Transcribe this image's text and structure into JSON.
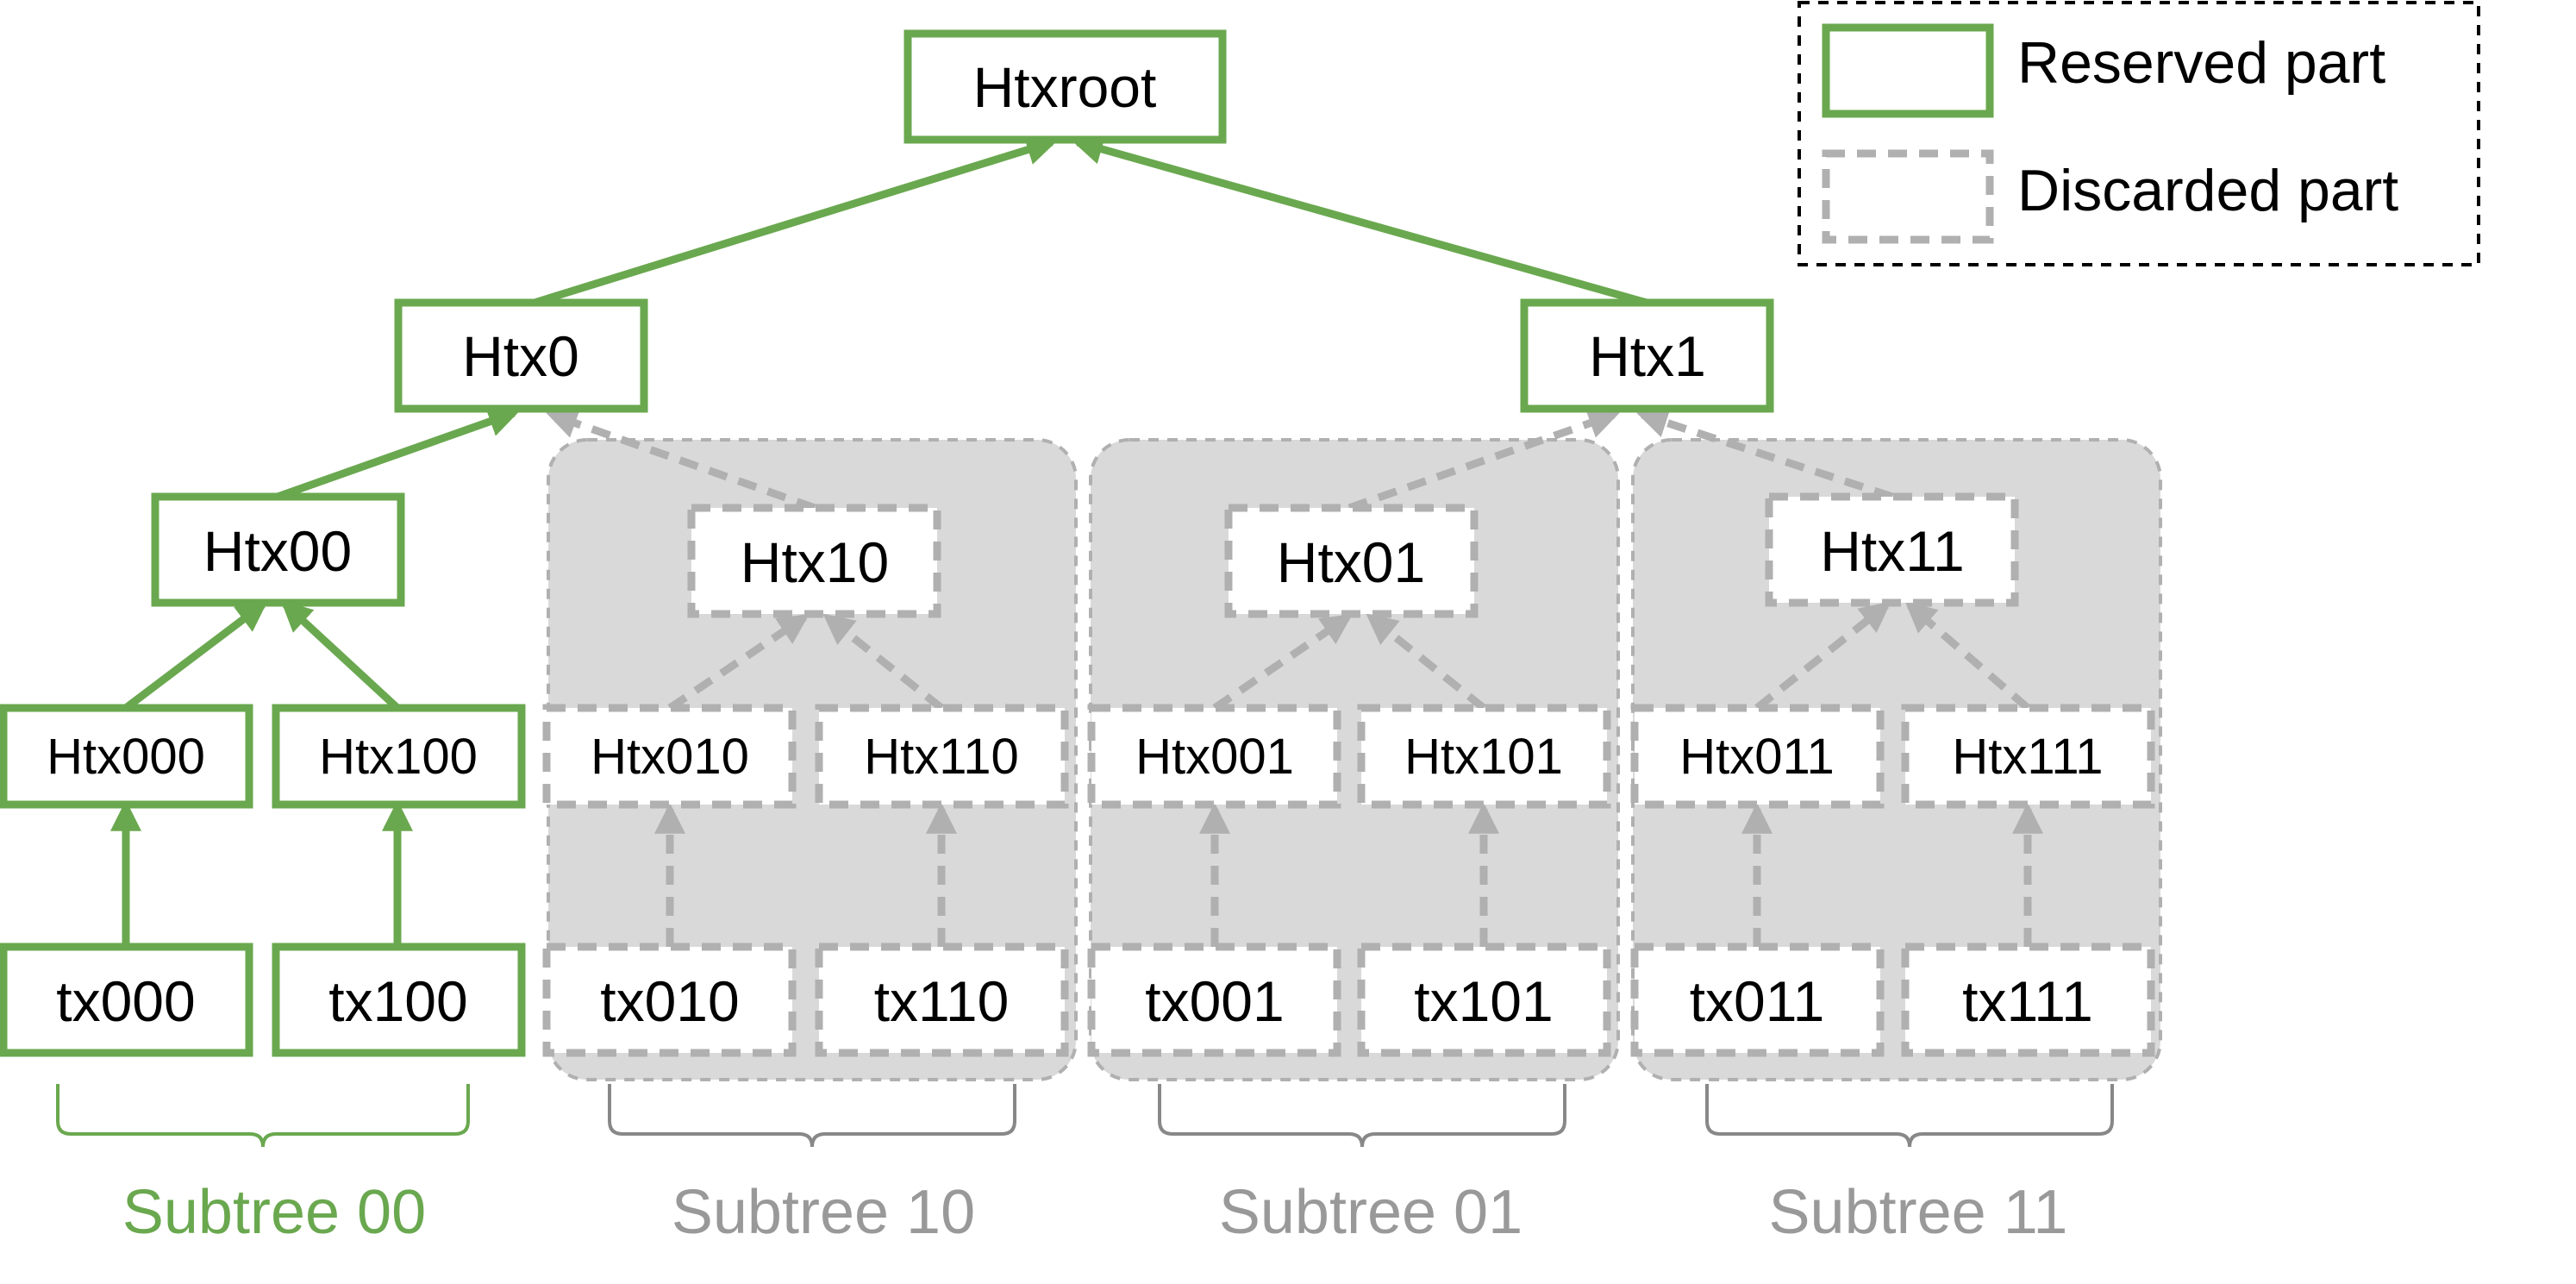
{
  "colors": {
    "reserved": "#6aa84f",
    "discarded": "#b0b0b0",
    "subtree_bg": "#d9d9d9",
    "text": "#000000",
    "legend_border": "#000000",
    "label_reserved": "#6aa84f",
    "label_discarded": "#999999"
  },
  "legend": {
    "reserved_label": "Reserved part",
    "discarded_label": "Discarded part"
  },
  "nodes": {
    "root": "Htxroot",
    "htx0": "Htx0",
    "htx1": "Htx1",
    "htx00": "Htx00",
    "htx10": "Htx10",
    "htx01": "Htx01",
    "htx11": "Htx11",
    "htx000": "Htx000",
    "htx100": "Htx100",
    "htx010": "Htx010",
    "htx110": "Htx110",
    "htx001": "Htx001",
    "htx101": "Htx101",
    "htx011": "Htx011",
    "htx111": "Htx111",
    "tx000": "tx000",
    "tx100": "tx100",
    "tx010": "tx010",
    "tx110": "tx110",
    "tx001": "tx001",
    "tx101": "tx101",
    "tx011": "tx011",
    "tx111": "tx111"
  },
  "subtrees": {
    "s00": "Subtree 00",
    "s10": "Subtree 10",
    "s01": "Subtree 01",
    "s11": "Subtree 11"
  }
}
